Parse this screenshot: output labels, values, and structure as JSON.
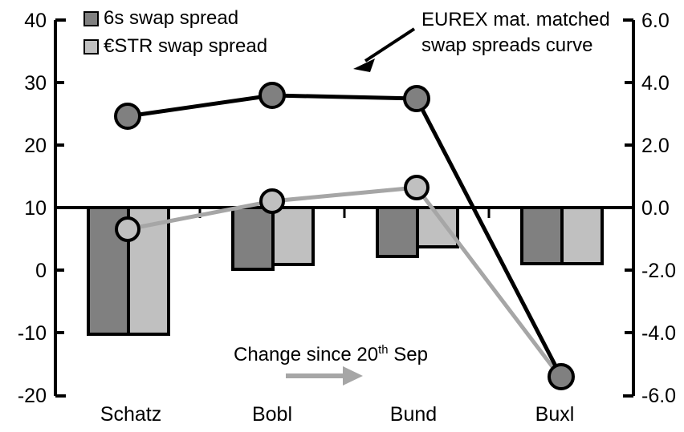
{
  "chart_data": {
    "type": "bar",
    "title": "",
    "categories": [
      "Schatz",
      "Bobl",
      "Bund",
      "Buxl"
    ],
    "series": [
      {
        "name": "6s swap spread",
        "axis": "right",
        "type": "bar",
        "color": "#808080",
        "values": [
          -4.05,
          -1.97,
          -1.55,
          -1.78
        ]
      },
      {
        "name": "€STR swap spread",
        "axis": "right",
        "type": "bar",
        "color": "#c0c0c0",
        "values": [
          -4.05,
          -1.82,
          -1.25,
          -1.78
        ]
      },
      {
        "name": "EUREX mat. matched swap spreads curve",
        "axis": "left",
        "type": "line",
        "color": "#000000",
        "marker_fill": "#808080",
        "values": [
          24.5,
          27.9,
          27.3,
          -18.1
        ]
      },
      {
        "name": "Change since 20th Sep",
        "axis": "left",
        "type": "line",
        "color": "#a6a6a6",
        "marker_fill": "#c0c0c0",
        "values": [
          6.0,
          10.5,
          12.7,
          -19.6
        ]
      }
    ],
    "xlabel": "",
    "ylabel_left": "",
    "ylabel_right": "",
    "ylim_left": [
      -20,
      40
    ],
    "ylim_right": [
      -6.0,
      6.0
    ],
    "yticks_left": [
      "40",
      "30",
      "20",
      "10",
      "0",
      "-10",
      "-20"
    ],
    "yticks_right": [
      "6.0",
      "4.0",
      "2.0",
      "0.0",
      "-2.0",
      "-4.0",
      "-6.0"
    ],
    "grid": false,
    "legend_position": "top-left",
    "zero_line_right_axis": 0.0
  },
  "axes": {
    "left_ticks": [
      {
        "label": "40",
        "value": 40
      },
      {
        "label": "30",
        "value": 30
      },
      {
        "label": "20",
        "value": 20
      },
      {
        "label": "10",
        "value": 10
      },
      {
        "label": "0",
        "value": 0
      },
      {
        "label": "-10",
        "value": -10
      },
      {
        "label": "-20",
        "value": -20
      }
    ],
    "right_ticks": [
      {
        "label": "6.0",
        "value": 6.0
      },
      {
        "label": "4.0",
        "value": 4.0
      },
      {
        "label": "2.0",
        "value": 2.0
      },
      {
        "label": "0.0",
        "value": 0.0
      },
      {
        "label": "-2.0",
        "value": -2.0
      },
      {
        "label": "-4.0",
        "value": -4.0
      },
      {
        "label": "-6.0",
        "value": -6.0
      }
    ],
    "categories": [
      "Schatz",
      "Bobl",
      "Bund",
      "Buxl"
    ]
  },
  "legend": {
    "items": [
      {
        "label": "6s swap spread",
        "color": "#808080"
      },
      {
        "label": "€STR swap spread",
        "color": "#c0c0c0"
      }
    ]
  },
  "annotations": {
    "curve_note_line1": "EUREX mat. matched",
    "curve_note_line2": "swap spreads curve",
    "change_note_prefix": "Change since 20",
    "change_note_sup": "th",
    "change_note_suffix": " Sep"
  },
  "colors": {
    "bar_dark": "#808080",
    "bar_light": "#c0c0c0",
    "line_black": "#000000",
    "line_gray": "#a6a6a6",
    "axis": "#000000",
    "background": "#ffffff"
  }
}
